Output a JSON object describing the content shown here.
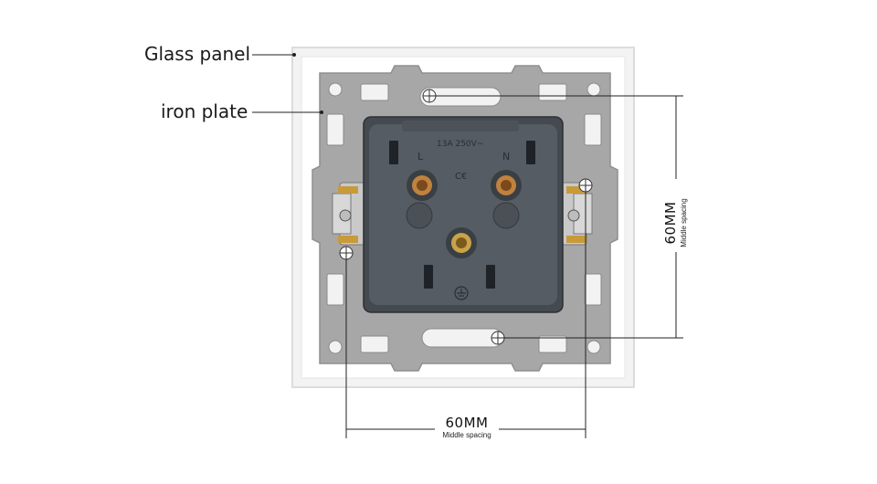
{
  "labels": {
    "glass_panel": "Glass panel",
    "iron_plate": "iron plate"
  },
  "socket_markings": {
    "rating": "13A 250V~",
    "live": "L",
    "neutral": "N"
  },
  "dimensions": {
    "vertical": {
      "value": "60MM",
      "caption": "Middle spacing"
    },
    "horizontal": {
      "value": "60MM",
      "caption": "Middle spacing"
    }
  }
}
